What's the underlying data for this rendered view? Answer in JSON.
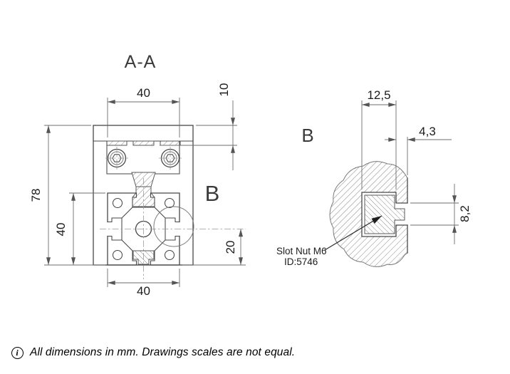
{
  "colors": {
    "line": "#474747",
    "text": "#1b1b1b"
  },
  "section_view": {
    "title": "A-A",
    "detail_marker": "B",
    "dims": {
      "top_width": "40",
      "top_offset": "10",
      "overall_height": "78",
      "profile_height": "40",
      "center_to_bottom": "20",
      "profile_width": "40"
    }
  },
  "detail_view": {
    "title": "B",
    "dims": {
      "nut_width": "12,5",
      "lip_depth": "4,3",
      "slot_opening": "8,2"
    },
    "callout": {
      "line1": "Slot Nut M6",
      "line2": "ID:5746"
    }
  },
  "footer": {
    "info_symbol": "i",
    "note": "All dimensions in mm. Drawings scales are not equal."
  }
}
